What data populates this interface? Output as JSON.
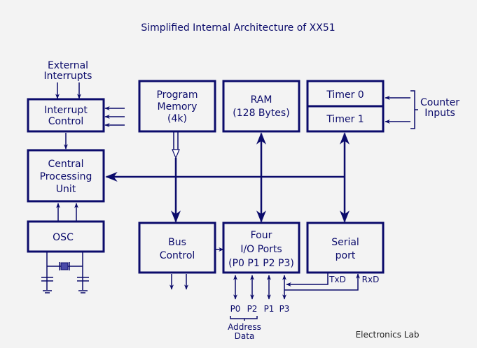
{
  "title": "Simplified Internal Architecture of XX51",
  "external_interrupts": [
    "External",
    "Interrupts"
  ],
  "interrupt_control": [
    "Interrupt",
    "Control"
  ],
  "cpu": [
    "Central",
    "Processing",
    "Unit"
  ],
  "osc": "OSC",
  "program_memory": [
    "Program",
    "Memory",
    "(4k)"
  ],
  "ram": [
    "RAM",
    "(128 Bytes)"
  ],
  "timer0": "Timer 0",
  "timer1": "Timer 1",
  "counter_inputs": [
    "Counter",
    "Inputs"
  ],
  "bus_control": [
    "Bus",
    "Control"
  ],
  "io_ports": [
    "Four",
    "I/O Ports",
    "(P0 P1 P2 P3)"
  ],
  "serial_port": [
    "Serial",
    "port"
  ],
  "txd": "TxD",
  "rxd": "RxD",
  "port_labels": [
    "P0",
    "P2",
    "P1",
    "P3"
  ],
  "address_data": [
    "Address",
    "Data"
  ],
  "watermark": "Electronics Lab",
  "colors": {
    "line": "#0b0b6b",
    "background": "#f3f3f3"
  }
}
